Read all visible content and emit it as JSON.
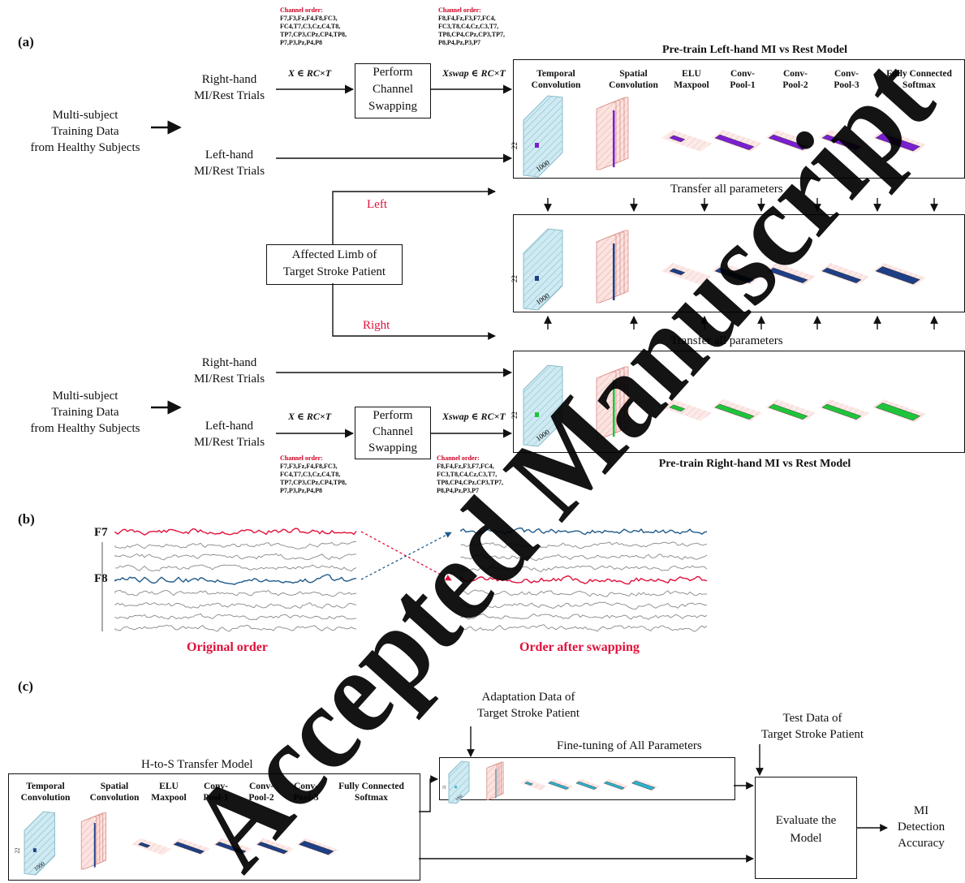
{
  "panels": {
    "a": "(a)",
    "b": "(b)",
    "c": "(c)"
  },
  "top_group": {
    "source": [
      "Multi-subject",
      "Training Data",
      "from Healthy Subjects"
    ],
    "right_trials": [
      "Right-hand",
      "MI/Rest Trials"
    ],
    "left_trials": [
      "Left-hand",
      "MI/Rest Trials"
    ],
    "x_in": "X ∈ RC×T",
    "x_swap": "Xswap ∈ RC×T",
    "swap_box": [
      "Perform",
      "Channel",
      "Swapping"
    ],
    "chan_in_title": "Channel order:",
    "chan_in": [
      "F7,F3,Fz,F4,F8,FC3,",
      "FC4,T7,C3,Cz,C4,T8,",
      "TP7,CP3,CPz,CP4,TP8,",
      "P7,P3,Pz,P4,P8"
    ],
    "chan_out_title": "Channel order:",
    "chan_out": [
      "F8,F4,Fz,F3,F7,FC4,",
      "FC3,T8,C4,Cz,C3,T7,",
      "TP8,CP4,CPz,CP3,TP7,",
      "P8,P4,Pz,P3,P7"
    ],
    "model_title": "Pre-train Left-hand MI vs Rest Model"
  },
  "bottom_group": {
    "source": [
      "Multi-subject",
      "Training Data",
      "from Healthy Subjects"
    ],
    "right_trials": [
      "Right-hand",
      "MI/Rest Trials"
    ],
    "left_trials": [
      "Left-hand",
      "MI/Rest Trials"
    ],
    "x_in": "X ∈ RC×T",
    "x_swap": "Xswap ∈ RC×T",
    "swap_box": [
      "Perform",
      "Channel",
      "Swapping"
    ],
    "chan_in_title": "Channel order:",
    "chan_in": [
      "F7,F3,Fz,F4,F8,FC3,",
      "FC4,T7,C3,Cz,C4,T8,",
      "TP7,CP3,CPz,CP4,TP8,",
      "P7,P3,Pz,P4,P8"
    ],
    "chan_out_title": "Channel order:",
    "chan_out": [
      "F8,F4,Fz,F3,F7,FC4,",
      "FC3,T8,C4,Cz,C3,T7,",
      "TP8,CP4,CPz,CP3,TP7,",
      "P8,P4,Pz,P3,P7"
    ],
    "model_title": "Pre-train Right-hand MI vs Rest Model"
  },
  "layer_headers": [
    [
      "Temporal",
      "Convolution"
    ],
    [
      "Spatial",
      "Convolution"
    ],
    [
      "ELU",
      "Maxpool"
    ],
    [
      "Conv-",
      "Pool-1"
    ],
    [
      "Conv-",
      "Pool-2"
    ],
    [
      "Conv-",
      "Pool-3"
    ],
    [
      "Fully Connected",
      "Softmax"
    ]
  ],
  "dims": {
    "channels": "22",
    "samples": "1000"
  },
  "middle": {
    "affected": [
      "Affected Limb of",
      "Target Stroke Patient"
    ],
    "left": "Left",
    "right": "Right",
    "transfer_top": "Transfer all parameters",
    "transfer_bottom": "Transfer all parameters"
  },
  "panel_b": {
    "ch1": "F7",
    "ch2": "F8",
    "original": "Original order",
    "swapped": "Order after swapping"
  },
  "panel_c": {
    "adapt": [
      "Adaptation Data of",
      "Target Stroke Patient"
    ],
    "test": [
      "Test Data of",
      "Target Stroke Patient"
    ],
    "finetune": "Fine-tuning of All Parameters",
    "htos": "H-to-S Transfer Model",
    "evaluate": [
      "Evaluate the",
      "Model"
    ],
    "result": [
      "MI",
      "Detection",
      "Accuracy"
    ]
  },
  "colors": {
    "left_model": "#7b1fd1",
    "mid_model": "#1e3f86",
    "right_model": "#1fc43a",
    "finetune_model": "#2bb3d0",
    "swap_red": "#e0103a",
    "swap_blue": "#1f5a8a",
    "watermark": "#000000"
  },
  "watermark": "Accepted Manuscript"
}
